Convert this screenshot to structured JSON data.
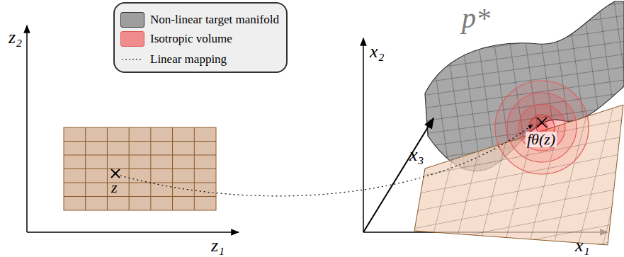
{
  "diagram": {
    "labels": [
      "z₂",
      "z₁",
      "z",
      "x₂",
      "x₃",
      "x₁",
      "p*",
      "fθ(z)"
    ],
    "legend": [
      {
        "text": "Non-linear target manifold",
        "color": "#9e9e9e"
      },
      {
        "text": "Isotropic volume",
        "color": "#f08c8c"
      },
      {
        "text": "Linear mapping"
      }
    ]
  }
}
